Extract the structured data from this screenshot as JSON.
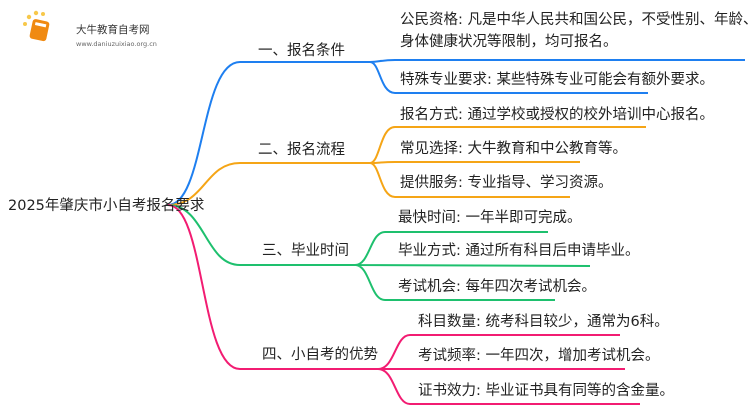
{
  "logo": {
    "title": "大牛教育自考网",
    "url": "www.daniuzuixiao.org.cn"
  },
  "root": "2025年肇庆市小自考报名要求",
  "colors": {
    "b1": "#1e7ff0",
    "b2": "#f5a516",
    "b3": "#1ec06e",
    "b4": "#f21c72"
  },
  "branches": [
    {
      "label": "一、报名条件",
      "children": [
        "公民资格: 凡是中华人民共和国公民，不受性别、年龄、民族、学历、",
        "身体健康状况等限制，均可报名。",
        "特殊专业要求: 某些特殊专业可能会有额外要求。"
      ]
    },
    {
      "label": "二、报名流程",
      "children": [
        "报名方式: 通过学校或授权的校外培训中心报名。",
        "常见选择: 大牛教育和中公教育等。",
        "提供服务: 专业指导、学习资源。"
      ]
    },
    {
      "label": "三、毕业时间",
      "children": [
        "最快时间: 一年半即可完成。",
        "毕业方式: 通过所有科目后申请毕业。",
        "考试机会: 每年四次考试机会。"
      ]
    },
    {
      "label": "四、小自考的优势",
      "children": [
        "科目数量: 统考科目较少，通常为6科。",
        "考试频率: 一年四次，增加考试机会。",
        "证书效力: 毕业证书具有同等的含金量。"
      ]
    }
  ]
}
